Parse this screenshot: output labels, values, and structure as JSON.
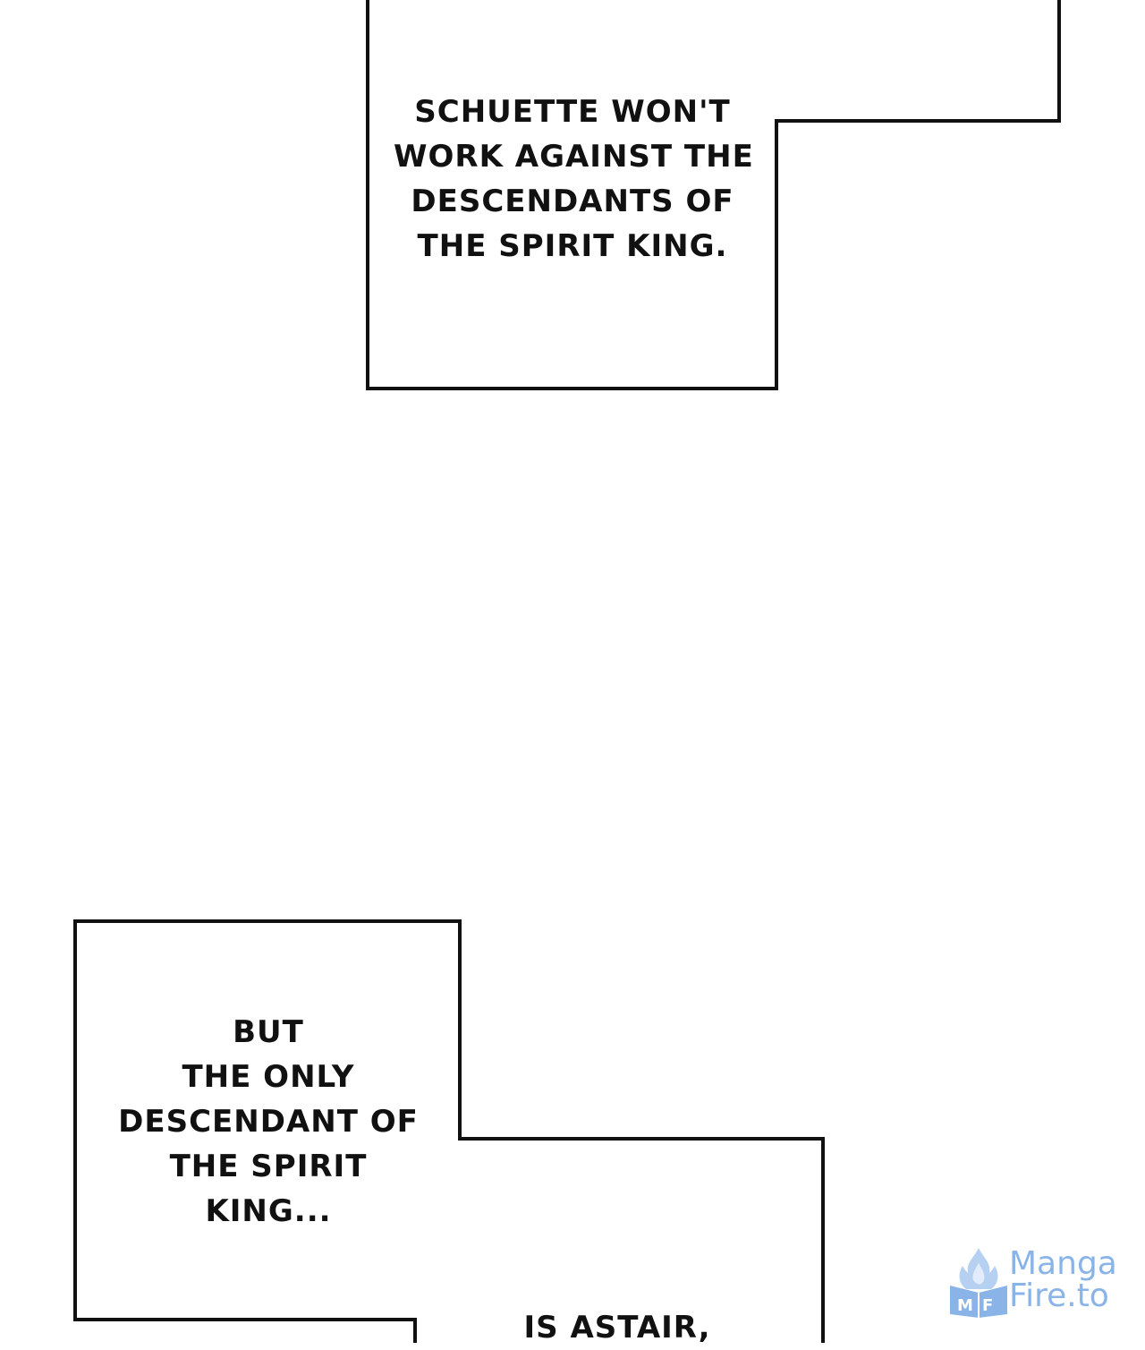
{
  "captions": [
    {
      "lines": [
        "SCHUETTE WON'T",
        "WORK AGAINST THE",
        "DESCENDANTS OF",
        "THE SPIRIT KING."
      ]
    },
    {
      "lines": [
        "BUT",
        "THE ONLY",
        "DESCENDANT OF",
        "THE SPIRIT",
        "KING..."
      ]
    },
    {
      "lines": [
        "IS ASTAIR,"
      ]
    }
  ],
  "watermark": {
    "line1": "Manga",
    "line2": "Fire.to",
    "icon": "mangafire-flame-book-icon",
    "color": "#8ab4e8"
  },
  "colors": {
    "background": "#ffffff",
    "border": "#111111",
    "text": "#111111"
  }
}
